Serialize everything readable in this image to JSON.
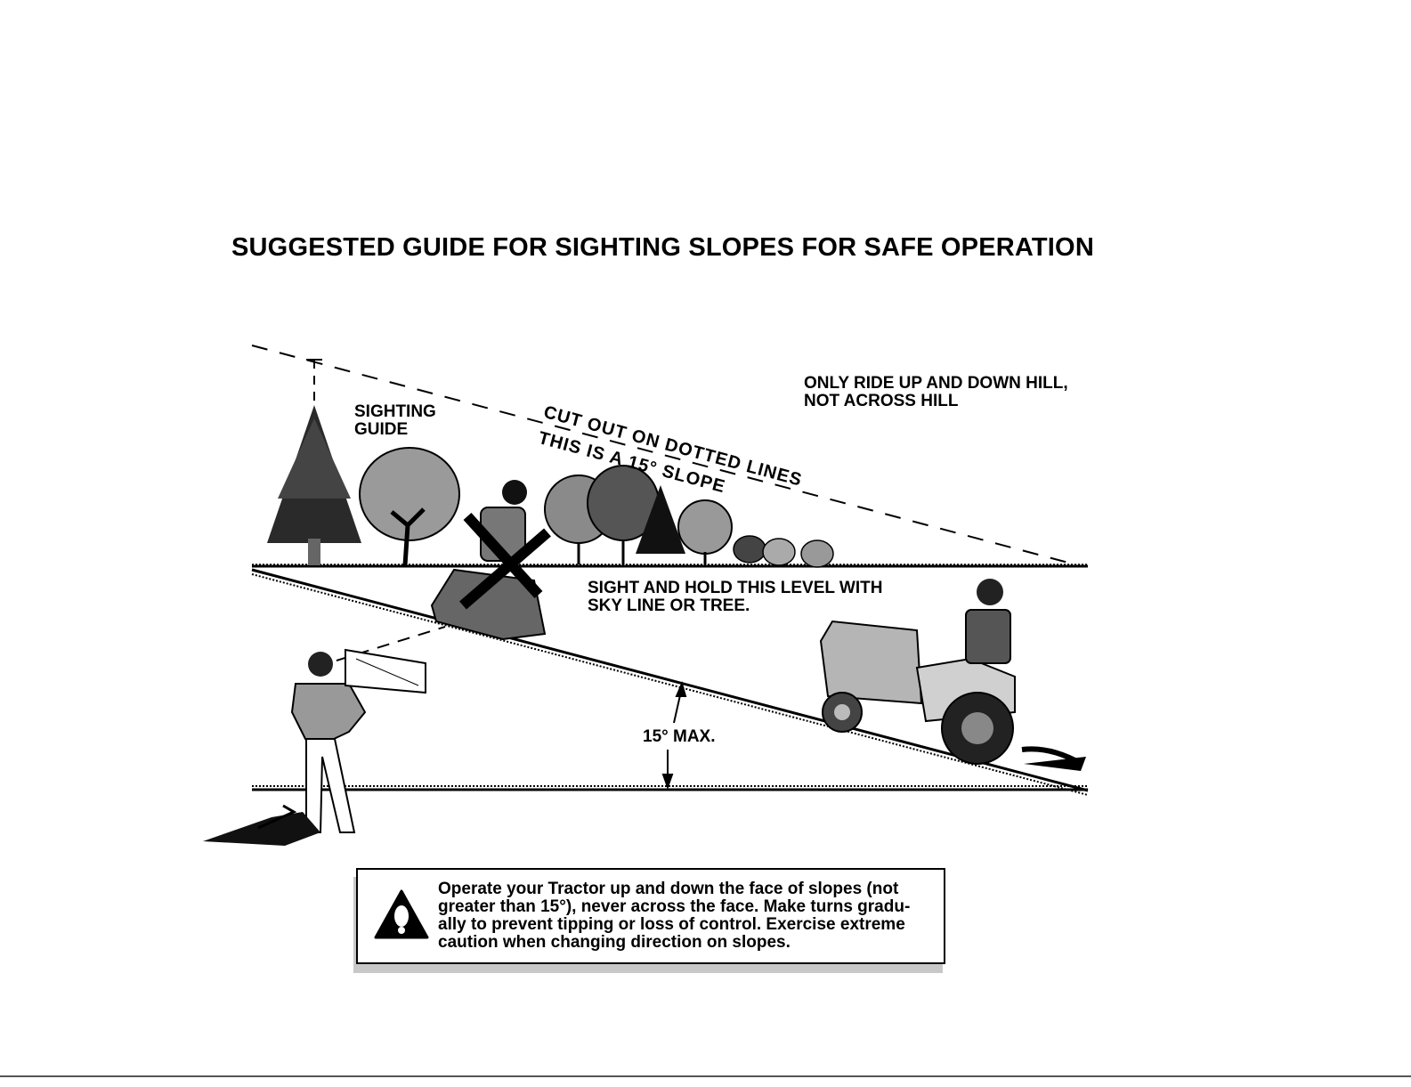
{
  "document": {
    "title": "SUGGESTED GUIDE FOR SIGHTING SLOPES FOR SAFE OPERATION"
  },
  "diagram": {
    "sighting_guide_line1": "SIGHTING",
    "sighting_guide_line2": "GUIDE",
    "cut_out_label": "CUT OUT ON DOTTED LINES",
    "slope_label": "THIS IS A 15° SLOPE",
    "ride_label_line1": "ONLY RIDE UP AND DOWN HILL,",
    "ride_label_line2": "NOT ACROSS HILL",
    "hold_level_line1": "SIGHT AND HOLD THIS LEVEL WITH",
    "hold_level_line2": "SKY LINE OR TREE.",
    "max_label": "15° MAX."
  },
  "warning": {
    "icon": "warning-triangle-icon",
    "line1": "Operate your Tractor up and down the face of slopes (not",
    "line2": "greater than 15°), never across the face. Make turns gradu-",
    "line3": "ally to prevent tipping or loss of control. Exercise extreme",
    "line4": "caution when changing direction on slopes."
  }
}
